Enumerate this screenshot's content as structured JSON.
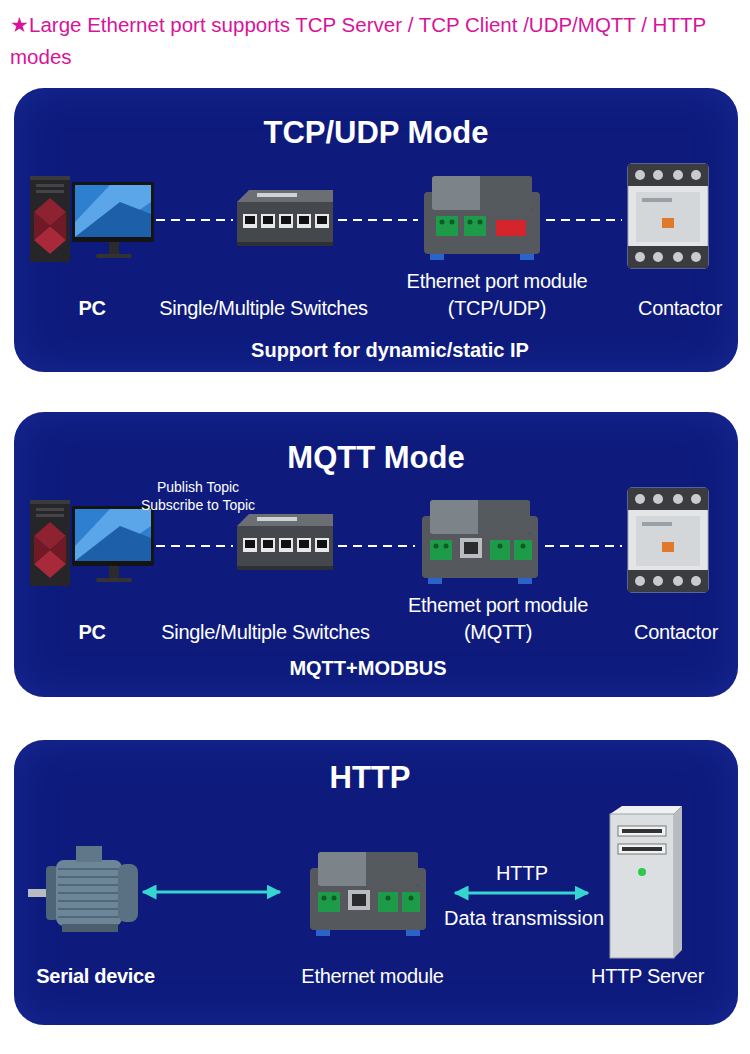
{
  "diagram": {
    "title": "★Large Ethernet port supports TCP Server / TCP Client /UDP/MQTT / HTTP modes",
    "nodes": [
      {
        "text": [
          "TCP/UDP Mode",
          "Support for dynamic/static IP"
        ]
      },
      {
        "text": [
          "PC"
        ],
        "in": 0
      },
      {
        "text": [
          "Single/Multiple Switches"
        ],
        "in": 0
      },
      {
        "text": [
          "Ethernet port module (TCP/UDP)"
        ],
        "in": 0
      },
      {
        "text": [
          "Contactor"
        ],
        "in": 0
      },
      {
        "text": [
          "MQTT Mode",
          "MQTT+MODBUS"
        ]
      },
      {
        "text": [
          "PC"
        ],
        "in": 5
      },
      {
        "text": [
          "Single/Multiple Switches"
        ],
        "in": 5
      },
      {
        "text": [
          "Ethemet port module (MQTT)"
        ],
        "in": 5
      },
      {
        "text": [
          "Contactor"
        ],
        "in": 5
      },
      {
        "text": [
          "HTTP"
        ]
      },
      {
        "text": [
          "Serial device"
        ],
        "in": 10
      },
      {
        "text": [
          "Ethernet module"
        ],
        "in": 10
      },
      {
        "text": [
          "HTTP Server"
        ],
        "in": 10
      }
    ],
    "edges": [
      {
        "from": 1,
        "to": 2,
        "arrow": "none"
      },
      {
        "from": 2,
        "to": 3,
        "arrow": "none"
      },
      {
        "from": 3,
        "to": 4,
        "arrow": "none"
      },
      {
        "from": 6,
        "to": 7,
        "arrow": "none",
        "label": "Publish Topic Subscribe to Topic"
      },
      {
        "from": 7,
        "to": 8,
        "arrow": "none"
      },
      {
        "from": 8,
        "to": 9,
        "arrow": "none"
      },
      {
        "from": 11,
        "to": 12,
        "arrow": "both"
      },
      {
        "from": 12,
        "to": 13,
        "arrow": "both",
        "label": "HTTP"
      }
    ],
    "labels": [
      "Data transmission"
    ]
  }
}
